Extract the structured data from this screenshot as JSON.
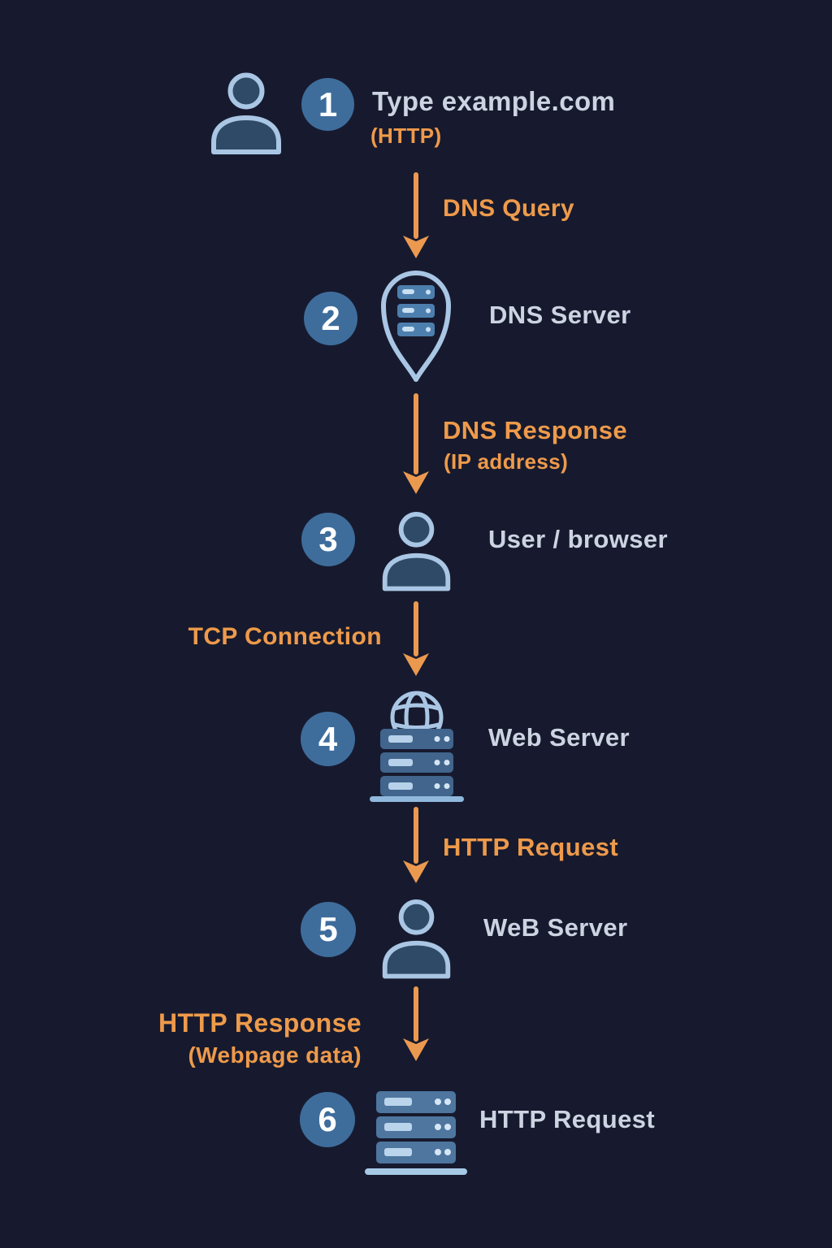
{
  "diagram": {
    "title": "",
    "steps": [
      {
        "number": "1",
        "icon": "user",
        "label": "Type example.com",
        "sublabel": "(HTTP)"
      },
      {
        "number": "2",
        "icon": "dns-server-pin",
        "label": "DNS Server"
      },
      {
        "number": "3",
        "icon": "user",
        "label": "User / browser"
      },
      {
        "number": "4",
        "icon": "globe-server",
        "label": "Web Server"
      },
      {
        "number": "5",
        "icon": "user",
        "label": "WeB Server"
      },
      {
        "number": "6",
        "icon": "server-rack",
        "label": "HTTP Request"
      }
    ],
    "arrows": [
      {
        "label": "DNS Query",
        "side": "right"
      },
      {
        "label": "DNS Response",
        "sublabel": "(IP address)",
        "side": "right"
      },
      {
        "label": "TCP Connection",
        "side": "left"
      },
      {
        "label": "HTTP Request",
        "side": "right"
      },
      {
        "label": "HTTP Response",
        "sublabel": "(Webpage data)",
        "side": "left"
      }
    ],
    "colors": {
      "background": "#171a2e",
      "accent_orange": "#ee9a4b",
      "arrow_orange": "#ec9950",
      "label_light": "#ccd3e1",
      "badge_blue": "#3e6d9c",
      "badge_text": "#ffffff",
      "icon_stroke": "#a9c6e4",
      "icon_fill_dark": "#2e4a66",
      "server_bar_blue": "#4d7fae"
    }
  }
}
